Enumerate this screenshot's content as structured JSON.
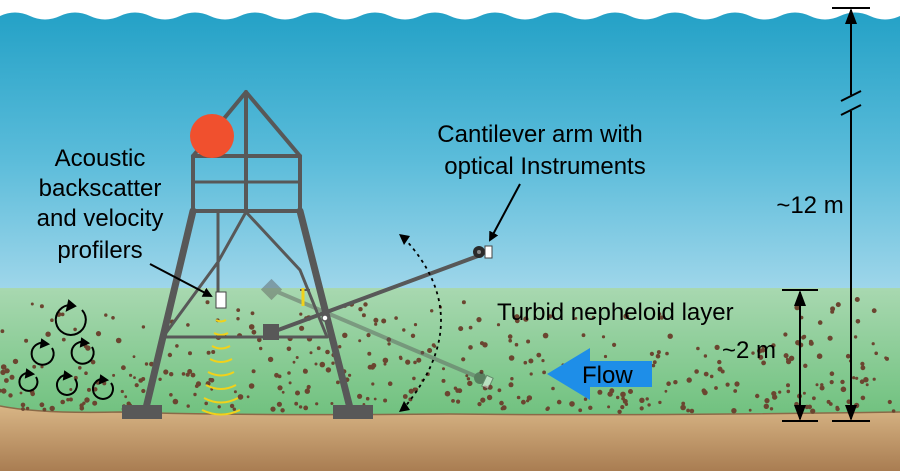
{
  "labels": {
    "profilers_line1": "Acoustic",
    "profilers_line2": "backscatter",
    "profilers_line3": "and velocity",
    "profilers_line4": "profilers",
    "cantilever_line1": "Cantilever arm with",
    "cantilever_line2": "optical Instruments",
    "nepheloid": "Turbid nepheloid layer",
    "flow": "Flow",
    "depth_total": "~12 m",
    "depth_layer": "~2 m"
  },
  "colors": {
    "water_top": "#24a3c6",
    "water_mid": "#63bfdc",
    "nepheloid": "#9fd2a4",
    "seabed": "#c39a6b",
    "frame": "#585858",
    "buoy": "#f0502e",
    "flow_arrow": "#1e8ee8",
    "acoustic_beam": "#f1d21a",
    "particles": "#6b4530"
  },
  "icons": {
    "eddies": "circular-arrow-icon",
    "flow": "left-arrow-icon"
  }
}
